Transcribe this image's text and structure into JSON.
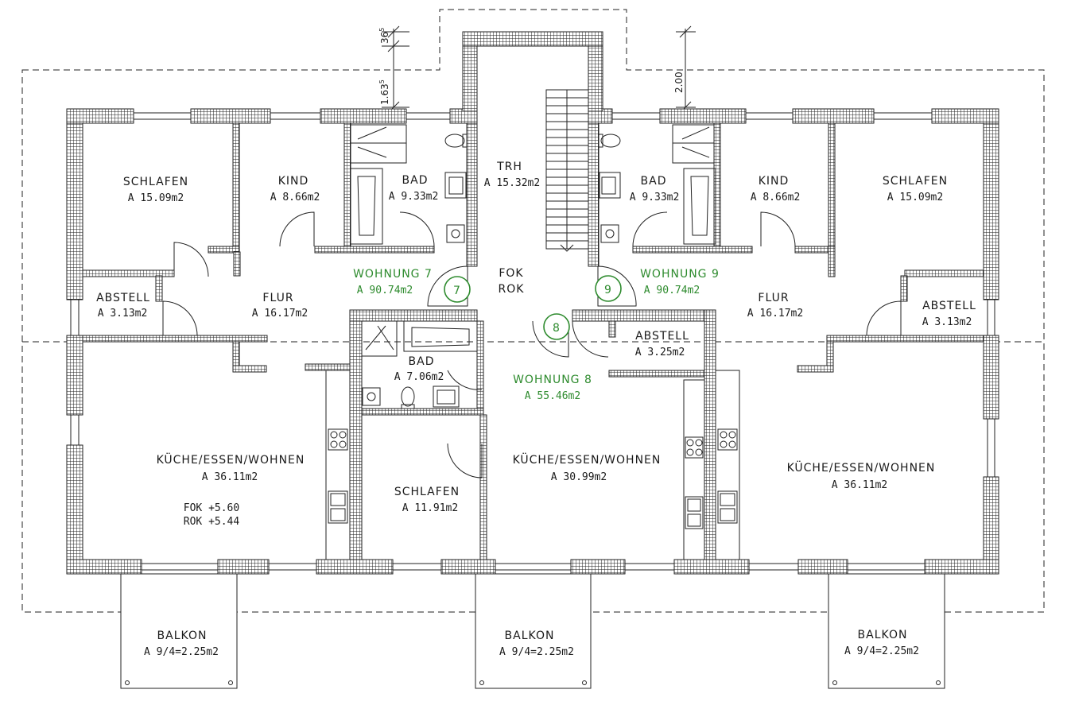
{
  "colors": {
    "wall": "#222222",
    "ink": "#1a1a1a",
    "apartment_green": "#2e8b2e",
    "background": "#ffffff"
  },
  "dimensions": {
    "d1": "36",
    "d1_sup": "5",
    "d2": "1.63",
    "d2_sup": "5",
    "d3": "2.00"
  },
  "apartments": {
    "w7": {
      "name": "WOHNUNG 7",
      "area": "A 90.74m2",
      "number": "7"
    },
    "w8": {
      "name": "WOHNUNG 8",
      "area": "A 55.46m2",
      "number": "8"
    },
    "w9": {
      "name": "WOHNUNG 9",
      "area": "A 90.74m2",
      "number": "9"
    }
  },
  "stair": {
    "fok": "FOK",
    "rok": "ROK"
  },
  "levels": {
    "fok": "FOK +5.60",
    "rok": "ROK +5.44"
  },
  "rooms": {
    "trh": {
      "name": "TRH",
      "area": "A 15.32m2"
    },
    "schlafen_l": {
      "name": "SCHLAFEN",
      "area": "A 15.09m2"
    },
    "kind_l": {
      "name": "KIND",
      "area": "A 8.66m2"
    },
    "bad_l": {
      "name": "BAD",
      "area": "A 9.33m2"
    },
    "bad_r": {
      "name": "BAD",
      "area": "A 9.33m2"
    },
    "kind_r": {
      "name": "KIND",
      "area": "A 8.66m2"
    },
    "schlafen_r": {
      "name": "SCHLAFEN",
      "area": "A 15.09m2"
    },
    "abstell_l": {
      "name": "ABSTELL",
      "area": "A 3.13m2"
    },
    "flur_l": {
      "name": "FLUR",
      "area": "A 16.17m2"
    },
    "flur_r": {
      "name": "FLUR",
      "area": "A 16.17m2"
    },
    "abstell_r": {
      "name": "ABSTELL",
      "area": "A 3.13m2"
    },
    "abstell_c": {
      "name": "ABSTELL",
      "area": "A 3.25m2"
    },
    "bad_c": {
      "name": "BAD",
      "area": "A 7.06m2"
    },
    "kew_l": {
      "name": "KÜCHE/ESSEN/WOHNEN",
      "area": "A 36.11m2"
    },
    "kew_c": {
      "name": "KÜCHE/ESSEN/WOHNEN",
      "area": "A 30.99m2"
    },
    "kew_r": {
      "name": "KÜCHE/ESSEN/WOHNEN",
      "area": "A 36.11m2"
    },
    "schlafen_c": {
      "name": "SCHLAFEN",
      "area": "A 11.91m2"
    },
    "balkon_l": {
      "name": "BALKON",
      "area": "A 9/4=2.25m2"
    },
    "balkon_c": {
      "name": "BALKON",
      "area": "A 9/4=2.25m2"
    },
    "balkon_r": {
      "name": "BALKON",
      "area": "A 9/4=2.25m2"
    }
  }
}
